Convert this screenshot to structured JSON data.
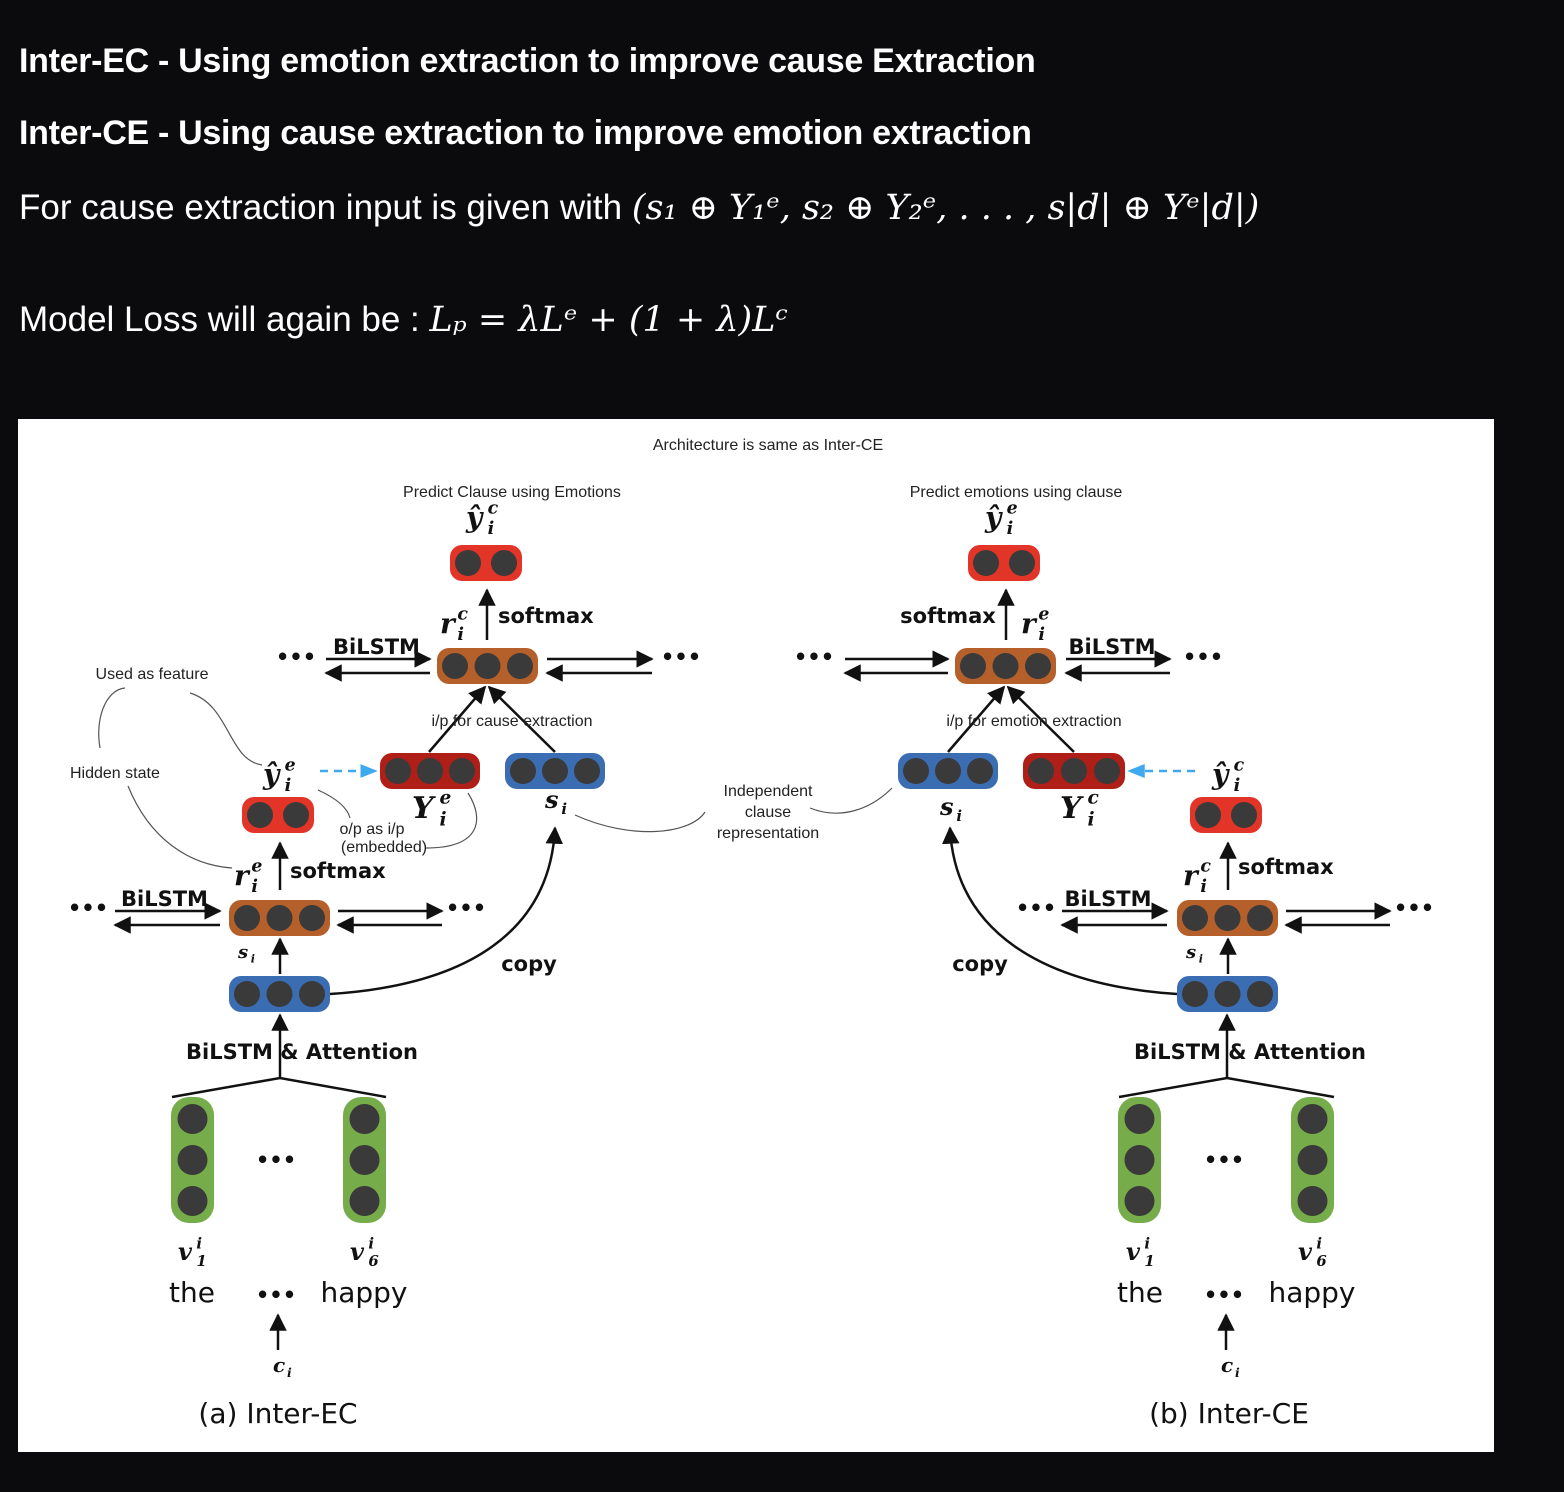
{
  "header": {
    "line1": "Inter-EC - Using emotion extraction to improve cause Extraction",
    "line2": "Inter-CE - Using cause extraction to improve emotion extraction",
    "line3_text": "For cause extraction input is given with ",
    "line3_formula": "(s₁ ⊕ Y₁ᵉ, s₂ ⊕ Y₂ᵉ, . . . , s|d| ⊕ Yᵉ|d|)",
    "line4_text": "Model Loss will again be : ",
    "line4_formula": "Lₚ = λLᵉ + (1 + λ)Lᶜ"
  },
  "diagram": {
    "title": "Architecture is same as Inter-CE",
    "independent": [
      "Independent",
      "clause",
      "representation"
    ],
    "left": {
      "predict_label": "Predict Clause using Emotions",
      "y_hat_c": {
        "base": "ŷ",
        "sup": "c",
        "sub": "i"
      },
      "r_c": {
        "base": "r",
        "sup": "c",
        "sub": "i"
      },
      "softmax_top": "softmax",
      "bilstm_top": "BiLSTM",
      "ellipsis": "•••",
      "used_as_feature": "Used as feature",
      "hidden_state": "Hidden state",
      "ip_label": "i/p for cause extraction",
      "y_hat_e": {
        "base": "ŷ",
        "sup": "e",
        "sub": "i"
      },
      "Y_e": {
        "base": "Y",
        "sup": "e",
        "sub": "i"
      },
      "s_i": {
        "base": "s",
        "sup": "",
        "sub": "i"
      },
      "op_as_ip": "o/p as i/p",
      "embedded": "(embedded)",
      "r_e": {
        "base": "r",
        "sup": "e",
        "sub": "i"
      },
      "softmax_low": "softmax",
      "bilstm_low": "BiLSTM",
      "s_i_small": {
        "base": "s",
        "sup": "",
        "sub": "i"
      },
      "copy": "copy",
      "bilstm_attention": "BiLSTM & Attention",
      "v1": {
        "base": "v",
        "sup": "i",
        "sub": "1"
      },
      "v6": {
        "base": "v",
        "sup": "i",
        "sub": "6"
      },
      "word_first": "the",
      "word_last": "happy",
      "c_i": {
        "base": "c",
        "sup": "",
        "sub": "i"
      },
      "caption": "(a) Inter-EC"
    },
    "right": {
      "predict_label": "Predict emotions using clause",
      "y_hat_e": {
        "base": "ŷ",
        "sup": "e",
        "sub": "i"
      },
      "r_e": {
        "base": "r",
        "sup": "e",
        "sub": "i"
      },
      "softmax_top": "softmax",
      "bilstm_top": "BiLSTM",
      "ellipsis": "•••",
      "ip_label": "i/p for emotion extraction",
      "s_i": {
        "base": "s",
        "sup": "",
        "sub": "i"
      },
      "Y_c": {
        "base": "Y",
        "sup": "c",
        "sub": "i"
      },
      "y_hat_c": {
        "base": "ŷ",
        "sup": "c",
        "sub": "i"
      },
      "r_c": {
        "base": "r",
        "sup": "c",
        "sub": "i"
      },
      "softmax_low": "softmax",
      "bilstm_low": "BiLSTM",
      "s_i_small": {
        "base": "s",
        "sup": "",
        "sub": "i"
      },
      "copy": "copy",
      "bilstm_attention": "BiLSTM & Attention",
      "v1": {
        "base": "v",
        "sup": "i",
        "sub": "1"
      },
      "v6": {
        "base": "v",
        "sup": "i",
        "sub": "6"
      },
      "word_first": "the",
      "word_last": "happy",
      "c_i": {
        "base": "c",
        "sup": "",
        "sub": "i"
      },
      "caption": "(b) Inter-CE"
    }
  },
  "colors": {
    "background": "#0b0b0d",
    "orange": "#b5602a",
    "red": "#e23427",
    "dark_red": "#b01e18",
    "blue": "#3b6db2",
    "green": "#77ac4a",
    "dot": "#3a3a3a",
    "dashed_arrow": "#3fa9f0"
  }
}
